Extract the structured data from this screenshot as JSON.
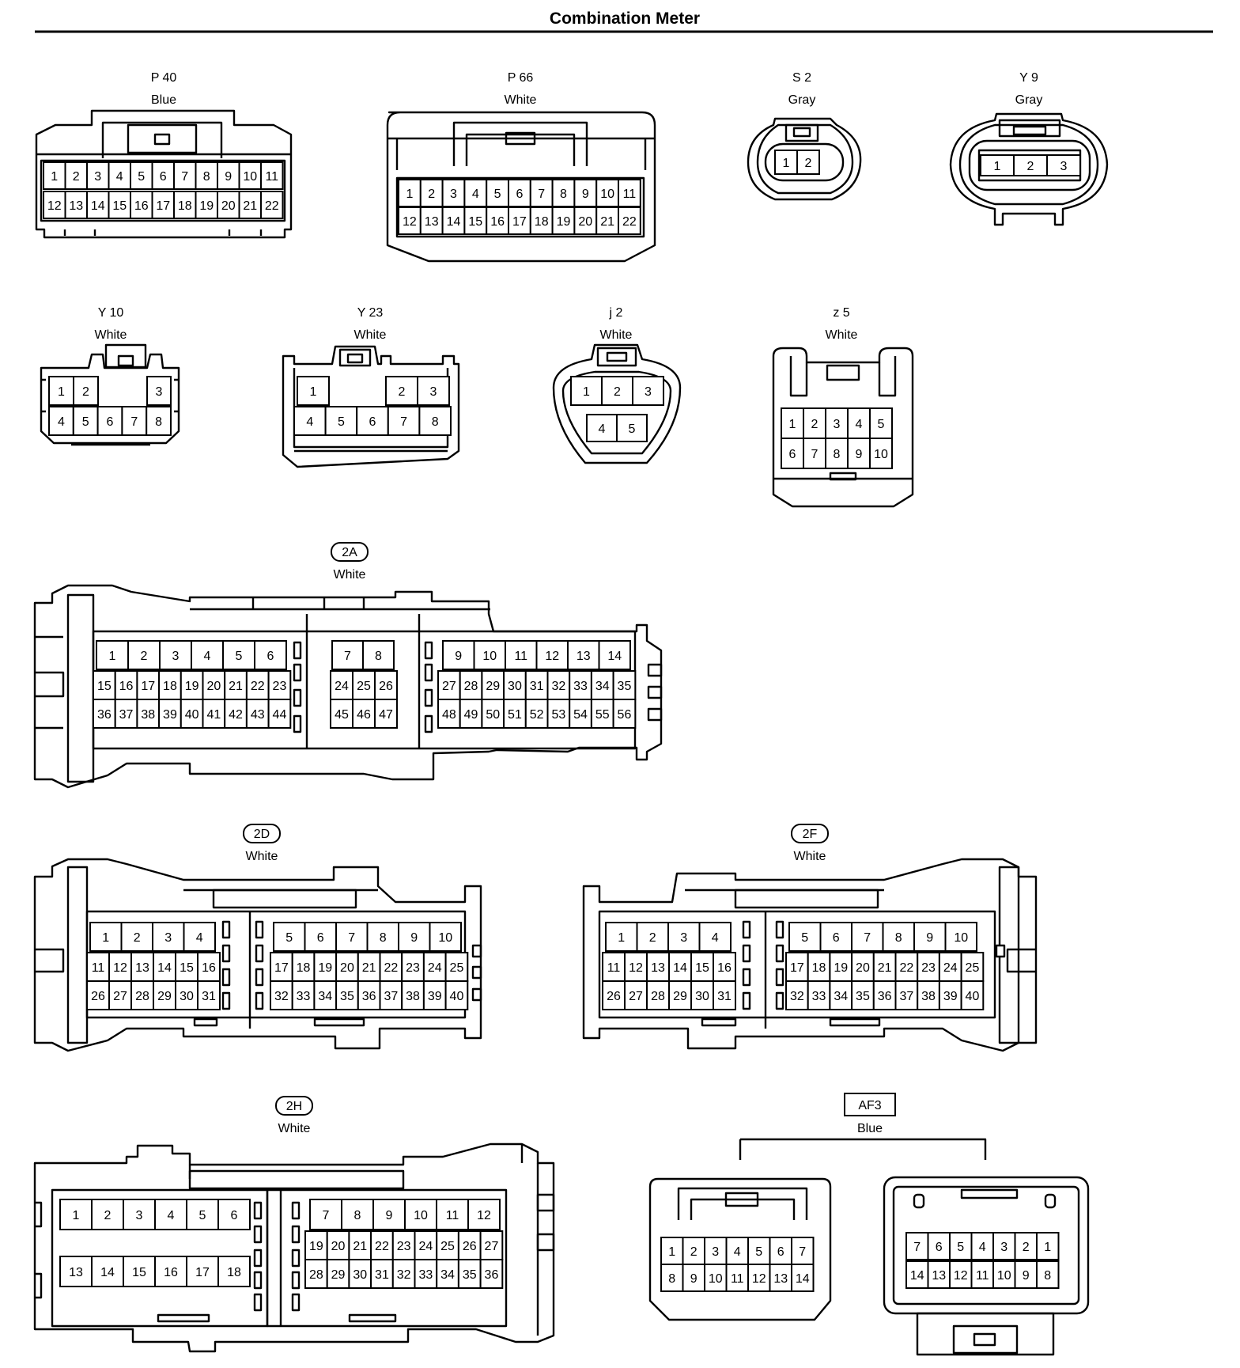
{
  "page": {
    "title": "Combination Meter"
  },
  "connectors": {
    "P40": {
      "label": "P 40",
      "color": "Blue",
      "rows": [
        [
          "1",
          "2",
          "3",
          "4",
          "5",
          "6",
          "7",
          "8",
          "9",
          "10",
          "11"
        ],
        [
          "12",
          "13",
          "14",
          "15",
          "16",
          "17",
          "18",
          "19",
          "20",
          "21",
          "22"
        ]
      ]
    },
    "P66": {
      "label": "P 66",
      "color": "White",
      "rows": [
        [
          "1",
          "2",
          "3",
          "4",
          "5",
          "6",
          "7",
          "8",
          "9",
          "10",
          "11"
        ],
        [
          "12",
          "13",
          "14",
          "15",
          "16",
          "17",
          "18",
          "19",
          "20",
          "21",
          "22"
        ]
      ]
    },
    "S2": {
      "label": "S 2",
      "color": "Gray",
      "rows": [
        [
          "1",
          "2"
        ]
      ]
    },
    "Y9": {
      "label": "Y 9",
      "color": "Gray",
      "rows": [
        [
          "1",
          "2",
          "3"
        ]
      ]
    },
    "Y10": {
      "label": "Y 10",
      "color": "White",
      "rows": [
        [
          "1",
          "2",
          "3"
        ],
        [
          "4",
          "5",
          "6",
          "7",
          "8"
        ]
      ]
    },
    "Y23": {
      "label": "Y 23",
      "color": "White",
      "rows": [
        [
          "1",
          "2",
          "3"
        ],
        [
          "4",
          "5",
          "6",
          "7",
          "8"
        ]
      ]
    },
    "j2": {
      "label": "j 2",
      "color": "White",
      "rows": [
        [
          "1",
          "2",
          "3"
        ],
        [
          "4",
          "5"
        ]
      ]
    },
    "z5": {
      "label": "z 5",
      "color": "White",
      "rows": [
        [
          "1",
          "2",
          "3",
          "4",
          "5"
        ],
        [
          "6",
          "7",
          "8",
          "9",
          "10"
        ]
      ]
    },
    "2A": {
      "label": "2A",
      "color": "White",
      "blocks": [
        [
          [
            "1",
            "2",
            "3",
            "4",
            "5",
            "6"
          ],
          [
            "15",
            "16",
            "17",
            "18",
            "19",
            "20",
            "21",
            "22",
            "23"
          ],
          [
            "36",
            "37",
            "38",
            "39",
            "40",
            "41",
            "42",
            "43",
            "44"
          ]
        ],
        [
          [
            "7",
            "8"
          ],
          [
            "24",
            "25",
            "26"
          ],
          [
            "45",
            "46",
            "47"
          ]
        ],
        [
          [
            "9",
            "10",
            "11",
            "12",
            "13",
            "14"
          ],
          [
            "27",
            "28",
            "29",
            "30",
            "31",
            "32",
            "33",
            "34",
            "35"
          ],
          [
            "48",
            "49",
            "50",
            "51",
            "52",
            "53",
            "54",
            "55",
            "56"
          ]
        ]
      ]
    },
    "2D": {
      "label": "2D",
      "color": "White",
      "blocks": [
        [
          [
            "1",
            "2",
            "3",
            "4"
          ],
          [
            "11",
            "12",
            "13",
            "14",
            "15",
            "16"
          ],
          [
            "26",
            "27",
            "28",
            "29",
            "30",
            "31"
          ]
        ],
        [
          [
            "5",
            "6",
            "7",
            "8",
            "9",
            "10"
          ],
          [
            "17",
            "18",
            "19",
            "20",
            "21",
            "22",
            "23",
            "24",
            "25"
          ],
          [
            "32",
            "33",
            "34",
            "35",
            "36",
            "37",
            "38",
            "39",
            "40"
          ]
        ]
      ]
    },
    "2F": {
      "label": "2F",
      "color": "White",
      "blocks": [
        [
          [
            "1",
            "2",
            "3",
            "4"
          ],
          [
            "11",
            "12",
            "13",
            "14",
            "15",
            "16"
          ],
          [
            "26",
            "27",
            "28",
            "29",
            "30",
            "31"
          ]
        ],
        [
          [
            "5",
            "6",
            "7",
            "8",
            "9",
            "10"
          ],
          [
            "17",
            "18",
            "19",
            "20",
            "21",
            "22",
            "23",
            "24",
            "25"
          ],
          [
            "32",
            "33",
            "34",
            "35",
            "36",
            "37",
            "38",
            "39",
            "40"
          ]
        ]
      ]
    },
    "2H": {
      "label": "2H",
      "color": "White",
      "blocks": [
        [
          [
            "1",
            "2",
            "3",
            "4",
            "5",
            "6"
          ],
          [
            "13",
            "14",
            "15",
            "16",
            "17",
            "18"
          ]
        ],
        [
          [
            "7",
            "8",
            "9",
            "10",
            "11",
            "12"
          ],
          [
            "19",
            "20",
            "21",
            "22",
            "23",
            "24",
            "25",
            "26",
            "27"
          ],
          [
            "28",
            "29",
            "30",
            "31",
            "32",
            "33",
            "34",
            "35",
            "36"
          ]
        ]
      ]
    },
    "AF3": {
      "label": "AF3",
      "color": "Blue",
      "male": [
        [
          "1",
          "2",
          "3",
          "4",
          "5",
          "6",
          "7"
        ],
        [
          "8",
          "9",
          "10",
          "11",
          "12",
          "13",
          "14"
        ]
      ],
      "female": [
        [
          "7",
          "6",
          "5",
          "4",
          "3",
          "2",
          "1"
        ],
        [
          "14",
          "13",
          "12",
          "11",
          "10",
          "9",
          "8"
        ]
      ]
    }
  }
}
